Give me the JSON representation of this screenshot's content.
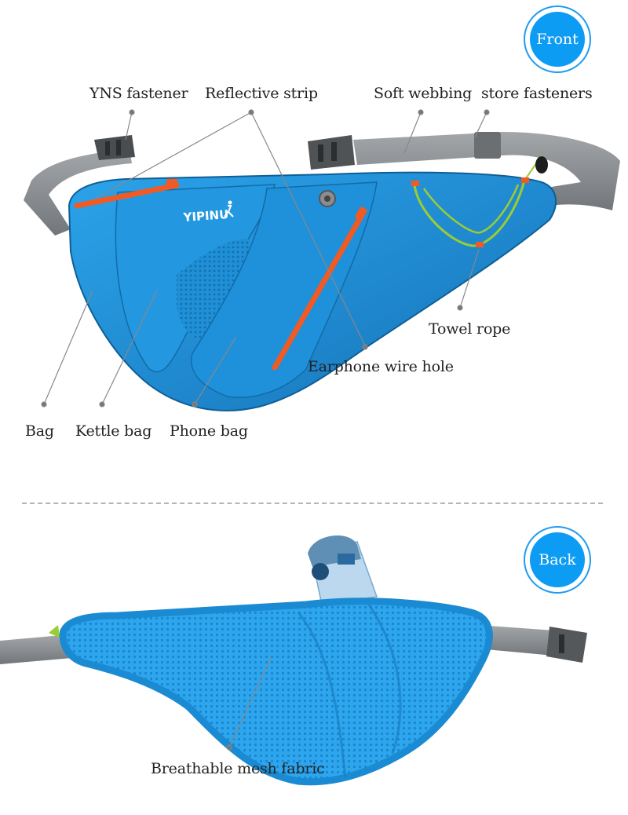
{
  "badges": {
    "front": "Front",
    "back": "Back"
  },
  "front_labels": {
    "yns_fastener": "YNS fastener",
    "reflective_strip": "Reflective strip",
    "soft_webbing": "Soft webbing",
    "store_fasteners": "store fasteners",
    "towel_rope": "Towel rope",
    "earphone_wire_hole": "Earphone wire hole",
    "bag": "Bag",
    "kettle_bag": "Kettle bag",
    "phone_bag": "Phone bag"
  },
  "back_labels": {
    "breathable_mesh": "Breathable mesh fabric"
  },
  "brand": "YIPINU",
  "colors": {
    "bag_blue": "#1b8fd6",
    "zipper_orange": "#f25a23",
    "strap_gray": "#8a8d91",
    "rope_green": "#9acd32",
    "badge_blue": "#0d9cf3"
  }
}
